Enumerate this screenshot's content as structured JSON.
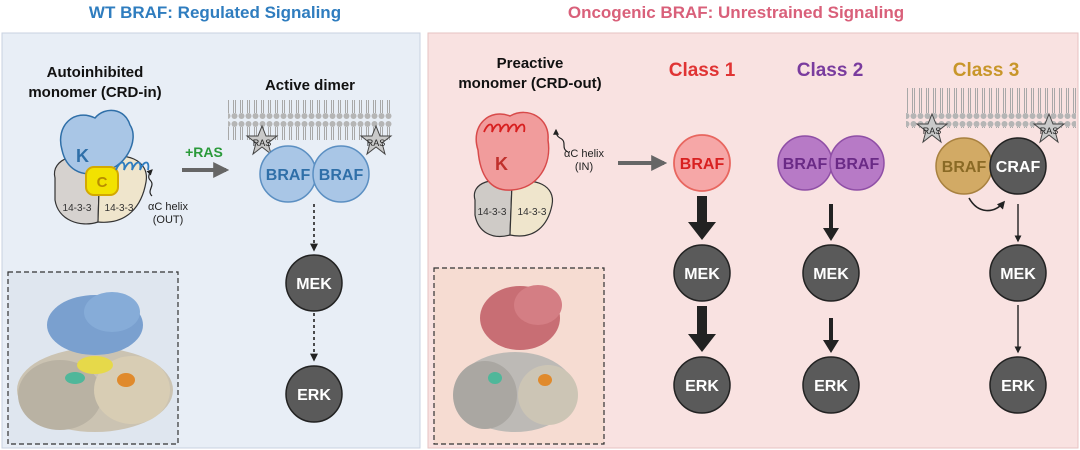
{
  "wt_header": "WT BRAF: Regulated Signaling",
  "onc_header": "Oncogenic BRAF: Unrestrained Signaling",
  "wt": {
    "autoinhibited_line1": "Autoinhibited",
    "autoinhibited_line2": "monomer (CRD-in)",
    "active_dimer": "Active dimer",
    "plus_ras": "+RAS",
    "helix_line1": "αC helix",
    "helix_line2": "(OUT)",
    "k": "K",
    "c": "C",
    "p1433_left": "14-3-3",
    "p1433_right": "14-3-3",
    "ras_left": "RAS",
    "ras_right": "RAS",
    "braf_left": "BRAF",
    "braf_right": "BRAF",
    "mek": "MEK",
    "erk": "ERK"
  },
  "onc": {
    "preactive_line1": "Preactive",
    "preactive_line2": "monomer (CRD-out)",
    "helix_line1": "αC helix",
    "helix_line2": "(IN)",
    "k": "K",
    "p1433_left": "14-3-3",
    "p1433_right": "14-3-3",
    "class1": "Class 1",
    "class2": "Class 2",
    "class3": "Class 3",
    "c1_braf": "BRAF",
    "c2_braf_left": "BRAF",
    "c2_braf_right": "BRAF",
    "c3_braf": "BRAF",
    "c3_craf": "CRAF",
    "c3_ras_left": "RAS",
    "c3_ras_right": "RAS",
    "c1_mek": "MEK",
    "c1_erk": "ERK",
    "c2_mek": "MEK",
    "c2_erk": "ERK",
    "c3_mek": "MEK",
    "c3_erk": "ERK"
  },
  "colors": {
    "wt_header": "#2f7dbf",
    "onc_header": "#d9607a",
    "class1": "#e03434",
    "class2": "#7a3c9e",
    "class3": "#c8962a",
    "node": "#5a5a5a"
  }
}
